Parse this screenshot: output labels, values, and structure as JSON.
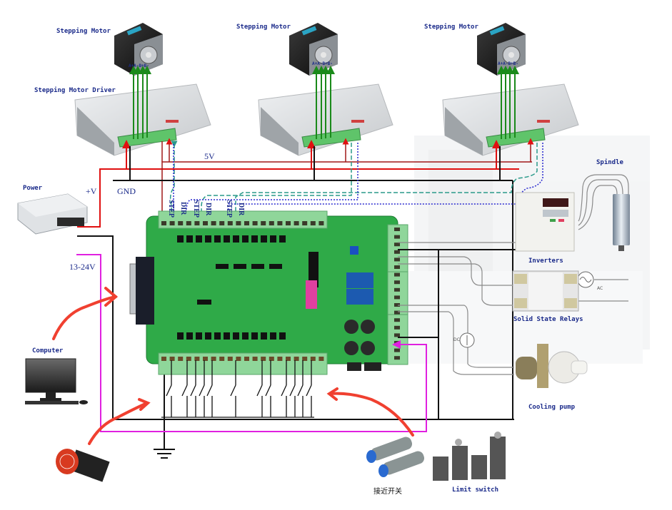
{
  "diagram": {
    "title": "CNC breakout board wiring diagram",
    "labels": {
      "motor_1": "Stepping Motor",
      "motor_2": "Stepping Motor",
      "motor_3": "Stepping Motor",
      "motor_pins": "A+A-B+B-",
      "driver": "Stepping Motor Driver",
      "power": "Power",
      "plus_v": "+V",
      "gnd": "GND",
      "five_v": "5V",
      "voltage_range": "13-24V",
      "computer": "Computer",
      "spindle": "Spindle",
      "inverters": "Inverters",
      "ssr": "Solid State Relays",
      "ac": "AC",
      "dc": "DC",
      "cooling_pump": "Cooling pump",
      "proximity_switch": "接近开关",
      "limit_switch": "Limit switch"
    },
    "signal_labels": [
      "STEP",
      "DIR",
      "STEP",
      "DIR",
      "STEP",
      "DIR"
    ],
    "colors": {
      "label_blue": "#1a2a8a",
      "power_red": "#e01010",
      "five_v_darkred": "#a01818",
      "ground_black": "#111111",
      "phase_green": "#1a8a1a",
      "step_teal": "#2a9a8a",
      "dir_blue": "#2a2ad0",
      "magenta": "#e020e0",
      "arrow_red": "#f04030",
      "pcb_green": "#2faa48",
      "terminal_green": "#8fd69a",
      "wire_gray": "#8a8a8a"
    }
  }
}
